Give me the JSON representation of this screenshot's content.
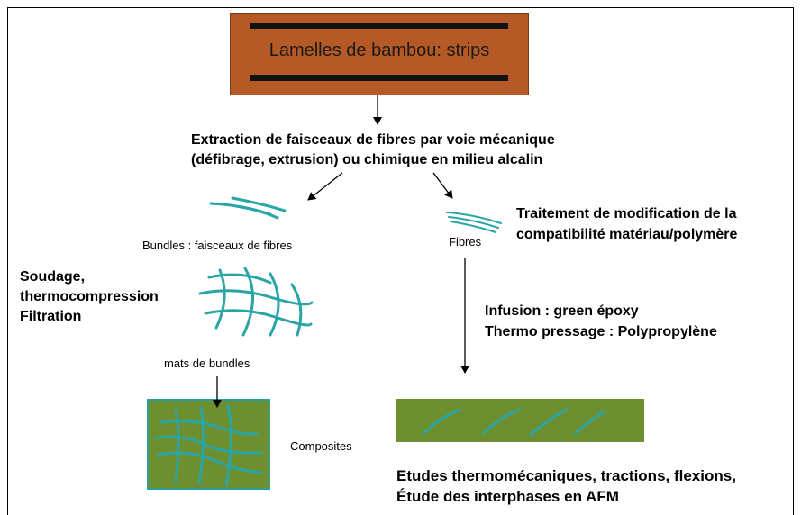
{
  "bamboo": {
    "title": "Lamelles  de bambou: strips"
  },
  "extraction": {
    "line1": "Extraction de faisceaux de fibres par voie mécanique",
    "line2": "(défibrage, extrusion) ou chimique en milieu alcalin"
  },
  "left": {
    "bundles_label": "Bundles : faisceaux de fibres",
    "process": [
      "Soudage,",
      "thermocompression",
      "Filtration"
    ],
    "mats_label": "mats de bundles",
    "composites_label": "Composites"
  },
  "right": {
    "fibres_label": "Fibres",
    "treatment": [
      "Traitement de modification de la",
      "compatibilité matériau/polymère"
    ],
    "infusion": "Infusion :  green époxy",
    "thermo": "Thermo pressage : Polypropylène",
    "studies": [
      "Etudes thermomécaniques, tractions, flexions,",
      "Étude des interphases en AFM"
    ]
  },
  "colors": {
    "bamboo_fill": "#b55a26",
    "fiber": "#2aa5a5",
    "composite_fill": "#6e8f2f"
  }
}
